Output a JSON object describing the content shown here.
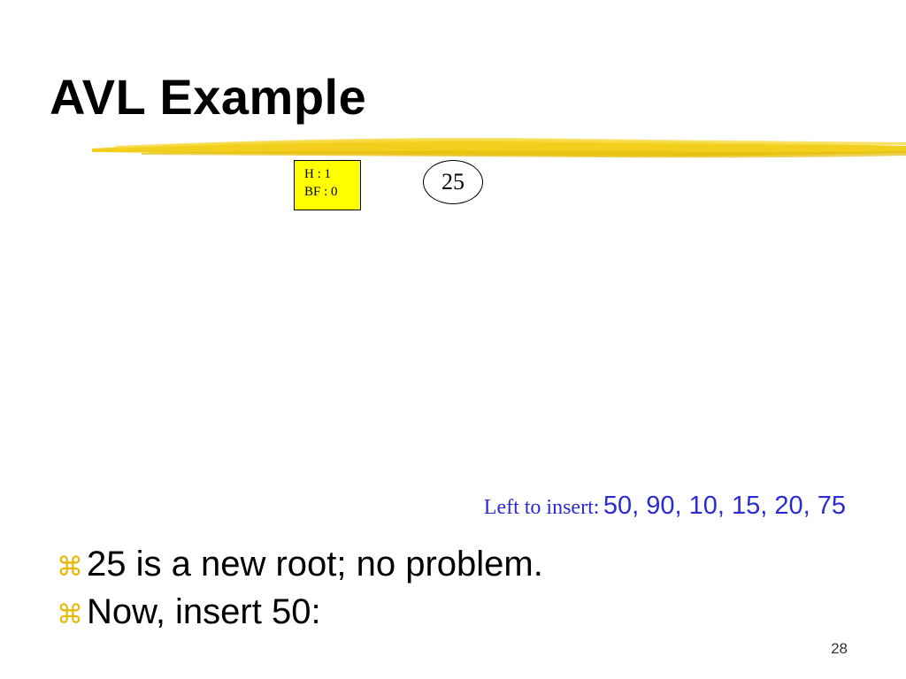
{
  "slide": {
    "title": "AVL Example",
    "page_number": "28"
  },
  "tree": {
    "info_box": {
      "height_line": "H : 1",
      "bf_line": "BF : 0"
    },
    "root_node": "25"
  },
  "remaining": {
    "label": "Left to insert:",
    "values": "50, 90, 10, 15, 20, 75"
  },
  "bullets": [
    {
      "icon": "⌘",
      "text": "25 is a new root; no problem."
    },
    {
      "icon": "⌘",
      "text": "Now, insert 50:"
    }
  ],
  "colors": {
    "underline": "#f2cf1d",
    "info_box_fill": "#ffff00",
    "remaining_text": "#2b2bd6",
    "bullet_icon": "#e6b800"
  }
}
